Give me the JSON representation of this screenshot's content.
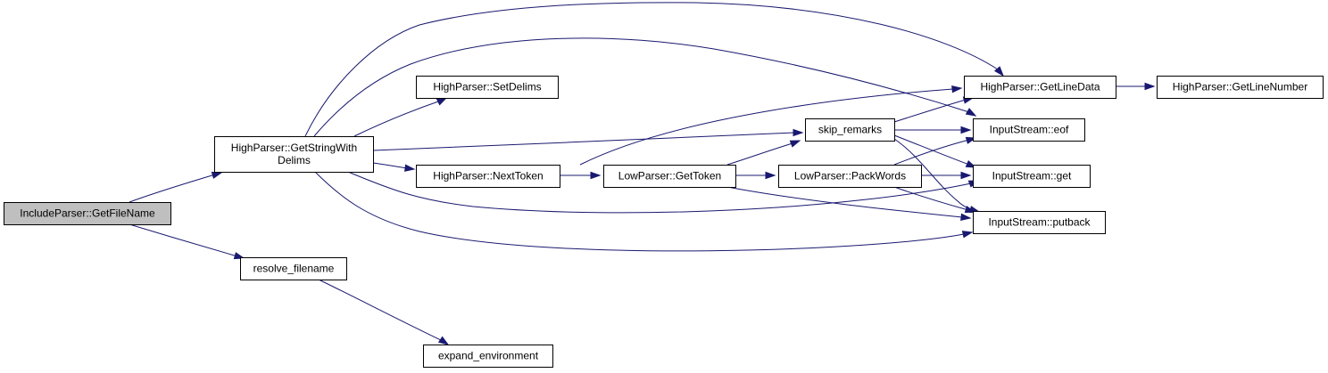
{
  "colors": {
    "edge": "#191970",
    "node_border": "#000000",
    "node_fill": "#ffffff",
    "root_fill": "#bfbfbf"
  },
  "nodes": [
    {
      "id": "root",
      "lines": [
        "IncludeParser::GetFileName"
      ],
      "root": true
    },
    {
      "id": "getstring",
      "lines": [
        "HighParser::GetStringWith",
        "Delims"
      ]
    },
    {
      "id": "resolve",
      "lines": [
        "resolve_filename"
      ]
    },
    {
      "id": "setdelims",
      "lines": [
        "HighParser::SetDelims"
      ]
    },
    {
      "id": "nexttoken",
      "lines": [
        "HighParser::NextToken"
      ]
    },
    {
      "id": "expand",
      "lines": [
        "expand_environment"
      ]
    },
    {
      "id": "skip",
      "lines": [
        "skip_remarks"
      ]
    },
    {
      "id": "gettoken",
      "lines": [
        "LowParser::GetToken"
      ]
    },
    {
      "id": "packwords",
      "lines": [
        "LowParser::PackWords"
      ]
    },
    {
      "id": "getlinedata",
      "lines": [
        "HighParser::GetLineData"
      ]
    },
    {
      "id": "eof",
      "lines": [
        "InputStream::eof"
      ]
    },
    {
      "id": "get",
      "lines": [
        "InputStream::get"
      ]
    },
    {
      "id": "putback",
      "lines": [
        "InputStream::putback"
      ]
    },
    {
      "id": "getlinenumber",
      "lines": [
        "HighParser::GetLineNumber"
      ]
    }
  ],
  "edges": [
    {
      "from": "root",
      "to": "getstring"
    },
    {
      "from": "root",
      "to": "resolve"
    },
    {
      "from": "getstring",
      "to": "getlinedata"
    },
    {
      "from": "getstring",
      "to": "eof"
    },
    {
      "from": "getstring",
      "to": "setdelims"
    },
    {
      "from": "getstring",
      "to": "skip"
    },
    {
      "from": "getstring",
      "to": "nexttoken"
    },
    {
      "from": "getstring",
      "to": "get"
    },
    {
      "from": "getstring",
      "to": "putback"
    },
    {
      "from": "resolve",
      "to": "expand"
    },
    {
      "from": "nexttoken",
      "to": "getlinedata"
    },
    {
      "from": "nexttoken",
      "to": "gettoken"
    },
    {
      "from": "gettoken",
      "to": "skip"
    },
    {
      "from": "gettoken",
      "to": "packwords"
    },
    {
      "from": "gettoken",
      "to": "putback"
    },
    {
      "from": "skip",
      "to": "getlinedata"
    },
    {
      "from": "skip",
      "to": "eof"
    },
    {
      "from": "skip",
      "to": "get"
    },
    {
      "from": "skip",
      "to": "putback"
    },
    {
      "from": "packwords",
      "to": "eof"
    },
    {
      "from": "packwords",
      "to": "get"
    },
    {
      "from": "packwords",
      "to": "putback"
    },
    {
      "from": "getlinedata",
      "to": "getlinenumber"
    }
  ]
}
